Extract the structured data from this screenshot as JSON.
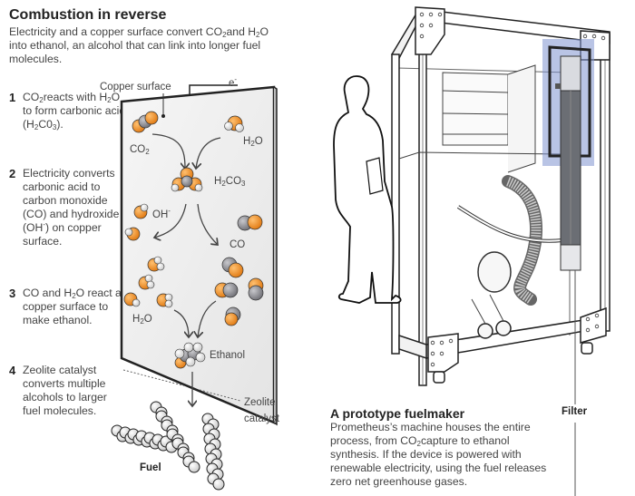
{
  "header": {
    "title": "Combustion in reverse",
    "intro_parts": [
      "Electricity and a copper surface convert CO",
      "2",
      "and H",
      "2",
      "O into ethanol, an alcohol that can link into longer fuel molecules."
    ]
  },
  "steps": [
    {
      "number": "1",
      "parts": [
        "CO",
        "2",
        "reacts with H",
        "2",
        "O to form carbonic acid (H",
        "2",
        "C0",
        "3",
        ")."
      ]
    },
    {
      "number": "2",
      "parts": [
        "Electricity converts carbonic acid to carbon monoxide (CO) and hydroxide (OH",
        "-",
        ") on copper surface."
      ]
    },
    {
      "number": "3",
      "parts": [
        "CO and H",
        "2",
        "O react at copper surface to make ethanol."
      ]
    },
    {
      "number": "4",
      "text": "Zeolite catalyst converts multiple alcohols to larger fuel molecules."
    }
  ],
  "diagram_labels": {
    "copper_surface": "Copper surface",
    "electron": "e",
    "electron_sup": "-",
    "co2": "CO",
    "co2_sub": "2",
    "h2o_top": "H",
    "h2o_top_sub": "2",
    "h2o_top_end": "O",
    "h2co3": "H",
    "h2co3_sub1": "2",
    "h2co3_mid": "CO",
    "h2co3_sub2": "3",
    "oh": "OH",
    "oh_sup": "-",
    "co": "CO",
    "h2o_low": "H",
    "h2o_low_sub": "2",
    "h2o_low_end": "O",
    "ethanol": "Ethanol",
    "zeolite": "Zeolite",
    "catalyst": "catalyst",
    "fuel": "Fuel",
    "filter": "Filter"
  },
  "prototype": {
    "title": "A prototype fuelmaker",
    "body_parts": [
      "Prometheus’s machine houses the entire process, from CO",
      "2",
      "capture to ethanol synthesis. If the device is powered with renewable electricity, using the fuel releases zero net greenhouse gases."
    ]
  },
  "colors": {
    "oxygen": "#f08a1c",
    "carbon": "#8a8a8e",
    "hydrogen": "#ffffff",
    "panel": "#eeeeee",
    "highlight": "#7f93cf",
    "filter_body": "#6b6e74"
  }
}
